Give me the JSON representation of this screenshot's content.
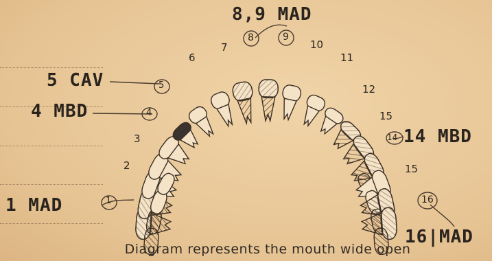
{
  "labels": {
    "teeth_8_9": "8,9 MAD",
    "tooth_5": "5 CAV",
    "tooth_4": "4 MBD",
    "tooth_14": "14 MBD",
    "tooth_1": "1 MAD",
    "tooth_16": "16|MAD"
  },
  "circled_numbers": {
    "c1": "1",
    "c4": "4",
    "c5": "5",
    "c8": "8",
    "c9": "9",
    "c14": "14",
    "c16": "16"
  },
  "tooth_numbers": {
    "n2": "2",
    "n3": "3",
    "n6": "6",
    "n7": "7",
    "n10": "10",
    "n11": "11",
    "n12": "12",
    "n13": "15",
    "n15": "15"
  },
  "caption": "Diagram represents the mouth wide open",
  "colors": {
    "ink": "#2a241e",
    "pencil": "#5a4a3a",
    "paper": "#e9c99a"
  }
}
